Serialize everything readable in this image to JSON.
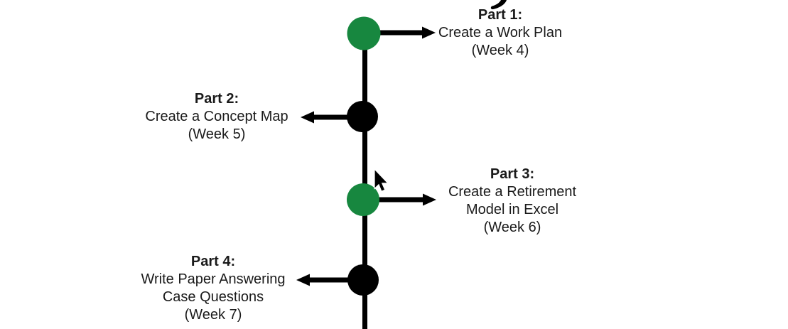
{
  "canvas": {
    "background": "#ffffff",
    "accent_green": "#17873F",
    "accent_black": "#000000",
    "text_color": "#1a1a1a"
  },
  "decorations": {
    "cursor_icon": "mouse-pointer",
    "top_edge_fragment": "descender tail of a letter from a title cut off at the top edge"
  },
  "milestones": [
    {
      "part": "Part 1:",
      "title": "Create a Work Plan",
      "week": "(Week 4)",
      "side": "right",
      "dot_color": "#17873F"
    },
    {
      "part": "Part 2:",
      "title": "Create a Concept Map",
      "week": "(Week 5)",
      "side": "left",
      "dot_color": "#000000"
    },
    {
      "part": "Part 3:",
      "title": "Create a Retirement\nModel in Excel",
      "week": "(Week 6)",
      "side": "right",
      "dot_color": "#17873F"
    },
    {
      "part": "Part 4:",
      "title": "Write Paper Answering\nCase Questions",
      "week": "(Week 7)",
      "side": "left",
      "dot_color": "#000000"
    }
  ]
}
